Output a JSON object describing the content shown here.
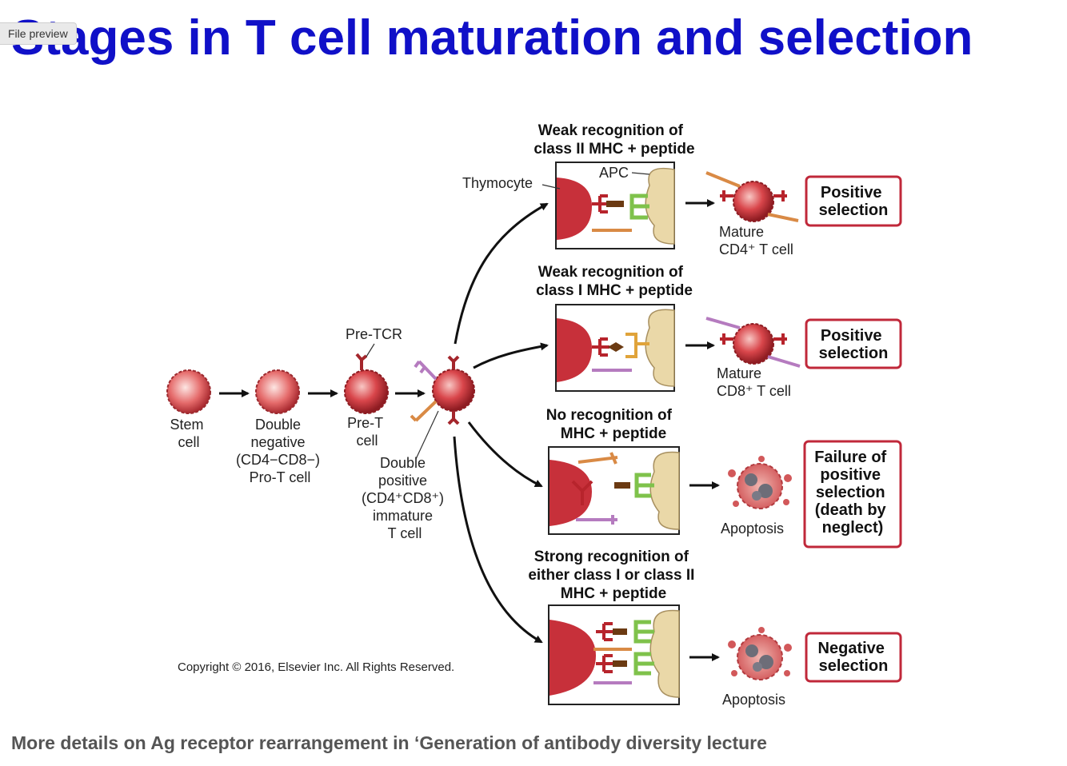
{
  "file_preview_label": "File preview",
  "title": "Stages in T cell maturation and selection",
  "footer": "More details on Ag receptor rearrangement in ‘Generation of antibody diversity lecture",
  "copyright": "Copyright © 2016, Elsevier Inc. All Rights Reserved.",
  "stages": {
    "stem": [
      "Stem",
      "cell"
    ],
    "double_negative": [
      "Double",
      "negative",
      "(CD4−CD8−)",
      "Pro-T cell"
    ],
    "pre_t": [
      "Pre-T",
      "cell"
    ],
    "pre_tcr": "Pre-TCR",
    "double_positive": [
      "Double",
      "positive",
      "(CD4⁺CD8⁺)",
      "immature",
      "T cell"
    ]
  },
  "panels": {
    "weak_class2": [
      "Weak recognition of",
      "class II MHC + peptide"
    ],
    "thymocyte": "Thymocyte",
    "apc": "APC",
    "weak_class1": [
      "Weak recognition of",
      "class I MHC + peptide"
    ],
    "no_recognition": [
      "No recognition of",
      "MHC + peptide"
    ],
    "strong": [
      "Strong recognition of",
      "either class I or class II",
      "MHC + peptide"
    ]
  },
  "cells": {
    "mature_cd4": [
      "Mature",
      "CD4⁺ T cell"
    ],
    "mature_cd8": [
      "Mature",
      "CD8⁺ T cell"
    ],
    "apoptosis": "Apoptosis"
  },
  "results": {
    "positive1": [
      "Positive",
      "selection"
    ],
    "positive2": [
      "Positive",
      "selection"
    ],
    "failure": [
      "Failure of",
      "positive",
      "selection",
      "(death by",
      "neglect)"
    ],
    "negative": [
      "Negative",
      "selection"
    ]
  },
  "colors": {
    "title": "#1010c8",
    "cell_red": "#c7303a",
    "result_border": "#c0283a",
    "apc_tan": "#ead8a8",
    "mhc_green": "#7fc24b",
    "cd8_purple": "#b57bbf",
    "cd4_orange": "#d98a45",
    "footer_gray": "#555555"
  }
}
